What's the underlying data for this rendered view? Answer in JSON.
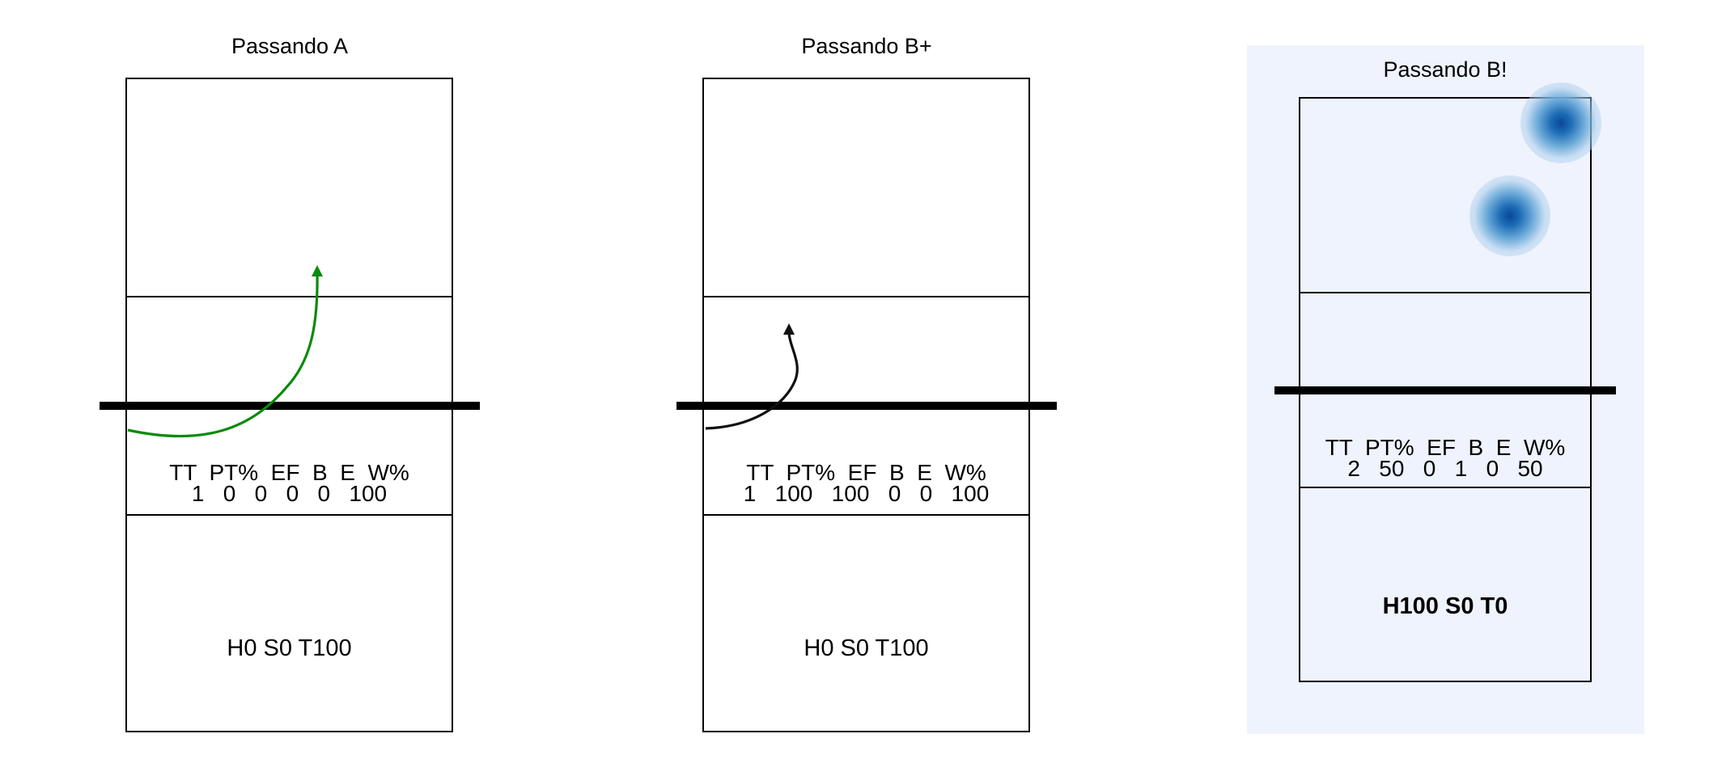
{
  "colors": {
    "arrow_a": "#0a8a0a",
    "arrow_b": "#111111",
    "highlight_bg": "#eef3fd",
    "heat": "#08489a"
  },
  "panels": [
    {
      "title": "Passando A",
      "stats_header": "TT  PT%  EF  B  E  W%",
      "stats_values": "1   0   0   0   0   100",
      "footer": "H0 S0 T100",
      "arrow_icon": "curved-arrow-icon"
    },
    {
      "title": "Passando B+",
      "stats_header": "TT  PT%  EF  B  E  W%",
      "stats_values": "1   100   100   0   0   100",
      "footer": "H0 S0 T100",
      "arrow_icon": "curved-arrow-icon"
    },
    {
      "title": "Passando B!",
      "stats_header": "TT  PT%  EF  B  E  W%",
      "stats_values": "2   50   0   1   0   50",
      "footer": "H100 S0 T0",
      "heat_icon": "heat-spot-icon"
    }
  ]
}
